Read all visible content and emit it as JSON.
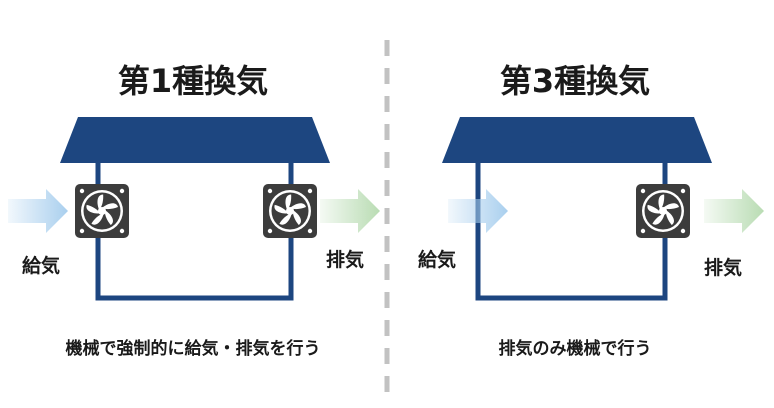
{
  "panels": [
    {
      "title": "第1種換気",
      "intake_label": "給気",
      "exhaust_label": "排気",
      "caption": "機械で強制的に給気・排気を行う"
    },
    {
      "title": "第3種換気",
      "intake_label": "給気",
      "exhaust_label": "排気",
      "caption": "排気のみ機械で行う"
    }
  ],
  "colors": {
    "roof": "#1d4680",
    "wall": "#1d4680",
    "fan_body": "#3c3c3c",
    "fan_blade": "#ffffff",
    "intake_arrow": "#a9cfee",
    "exhaust_arrow": "#b9dcb3",
    "divider": "#c2c2c2",
    "text": "#1a1a1a"
  },
  "icons": {
    "fan": "ventilation-fan-icon",
    "intake_arrow": "arrow-right-icon",
    "exhaust_arrow": "arrow-right-icon"
  }
}
